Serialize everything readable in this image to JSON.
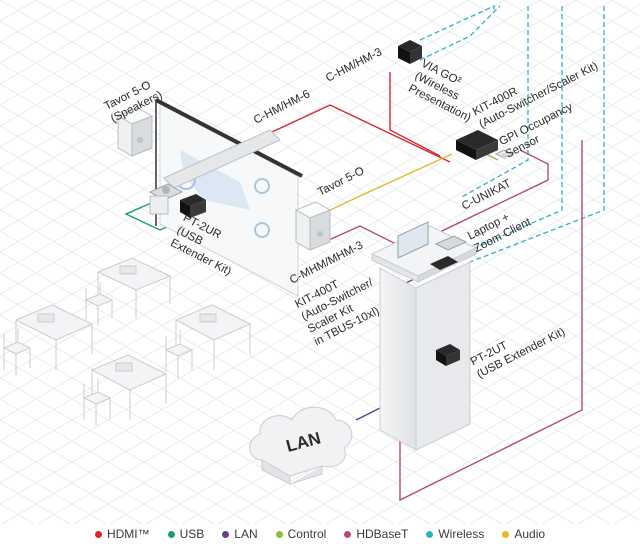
{
  "labels": {
    "tavor_speakers": [
      "Tavor 5-O",
      "(Speakers)"
    ],
    "c_hm_hm_6": "C-HM/HM-6",
    "c_hm_hm_3": "C-HM/HM-3",
    "via_go": [
      "VIA GO²",
      "(Wireless",
      "Presentation)"
    ],
    "kit_400r": [
      "KIT-400R",
      "(Auto-Switcher/Scaler Kit)"
    ],
    "gpi_sensor": [
      "GPI Occupancy",
      "Sensor"
    ],
    "tavor_5o": "Tavor 5-O",
    "c_unikat": "C-UNIKAT",
    "pt_2ur": [
      "PT-2UR",
      "(USB",
      "Extender Kit)"
    ],
    "laptop": [
      "Laptop +",
      "Zoom Client"
    ],
    "c_mhm": "C-MHM/MHM-3",
    "kit_400t": [
      "KIT-400T",
      "(Auto-Switcher/",
      "Scaler Kit",
      "in TBUS-10xl)"
    ],
    "pt_2ut": [
      "PT-2UT",
      "(USB Extender Kit)"
    ],
    "lan": "LAN"
  },
  "legend": [
    {
      "label": "HDMI™",
      "color": "#d7262e"
    },
    {
      "label": "USB",
      "color": "#1f9a76"
    },
    {
      "label": "LAN",
      "color": "#6b3d8f"
    },
    {
      "label": "Control",
      "color": "#8dbb3a"
    },
    {
      "label": "HDBaseT",
      "color": "#b8477d"
    },
    {
      "label": "Wireless",
      "color": "#2fb2c9"
    },
    {
      "label": "Audio",
      "color": "#e5b829"
    }
  ],
  "colors": {
    "hdmi": "#d7262e",
    "usb": "#1f9a76",
    "lan": "#6b3d8f",
    "control": "#8dbb3a",
    "hdbaset": "#b8477d",
    "wireless": "#2fb2c9",
    "audio": "#e5b829",
    "grid": "#e7e9ec"
  }
}
